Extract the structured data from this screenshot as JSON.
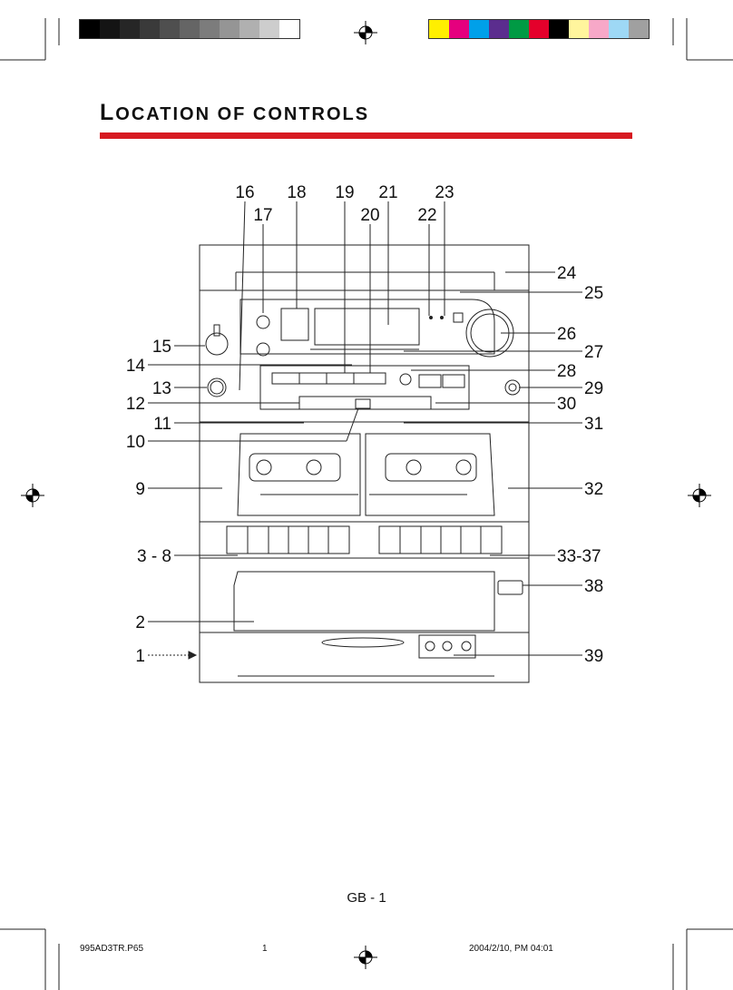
{
  "header": {
    "title_first": "L",
    "title_rest": "OCATION OF CONTROLS",
    "grayscale_bar": [
      "#000000",
      "#141414",
      "#262626",
      "#3a3a3a",
      "#4f4f4f",
      "#656565",
      "#7c7c7c",
      "#959595",
      "#b0b0b0",
      "#cdcdcd",
      "#ffffff"
    ],
    "color_bar": [
      "#ffef00",
      "#e5007e",
      "#00a0e9",
      "#5b2d8e",
      "#009a44",
      "#e4002b",
      "#000000",
      "#fff59d",
      "#f7a8c8",
      "#9ed8f5",
      "#a0a0a0"
    ],
    "accent_color": "#d71920"
  },
  "callouts": {
    "left": [
      "15",
      "14",
      "13",
      "12",
      "11",
      "10",
      "9",
      "3 - 8",
      "2",
      "1"
    ],
    "top": [
      "16",
      "17",
      "18",
      "19",
      "20",
      "21",
      "22",
      "23"
    ],
    "right": [
      "24",
      "25",
      "26",
      "27",
      "28",
      "29",
      "30",
      "31",
      "32",
      "33-37",
      "38",
      "39"
    ]
  },
  "footer": {
    "page_label": "GB - 1",
    "file_name": "995AD3TR.P65",
    "sheet_number": "1",
    "timestamp": "2004/2/10, PM 04:01"
  }
}
